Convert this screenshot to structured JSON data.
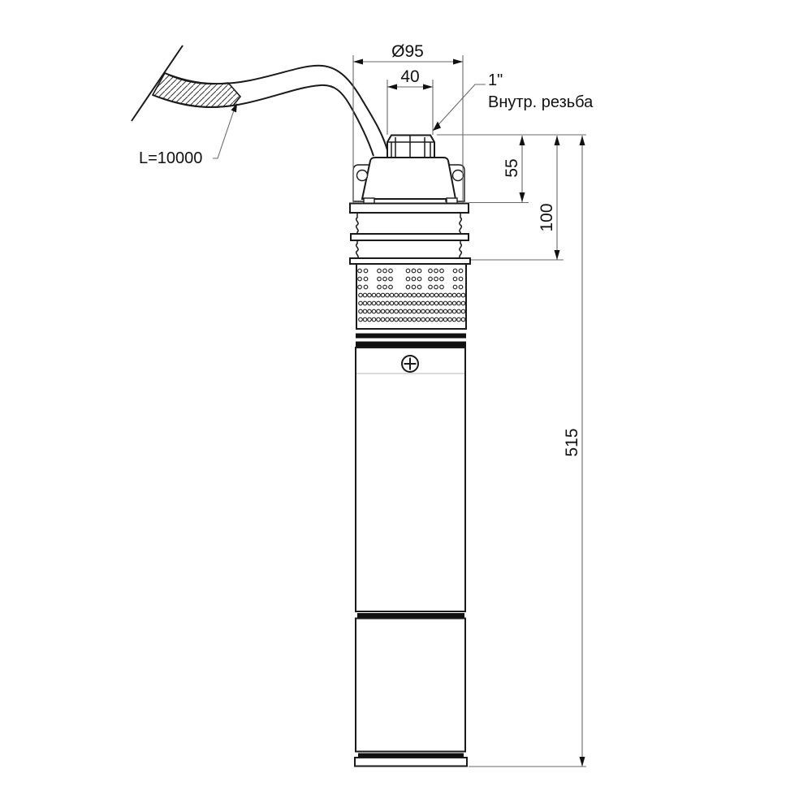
{
  "drawing": {
    "dimensions": {
      "diameter": "Ø95",
      "outlet_width": "40",
      "upper_height": "55",
      "head_height": "100",
      "total_height": "515"
    },
    "labels": {
      "thread_size": "1\"",
      "thread_note": "Внутр. резьба",
      "cable_length": "L=10000"
    },
    "colors": {
      "line": "#1a1a1a",
      "dim_line": "#6a6a6a",
      "background": "#ffffff"
    }
  }
}
